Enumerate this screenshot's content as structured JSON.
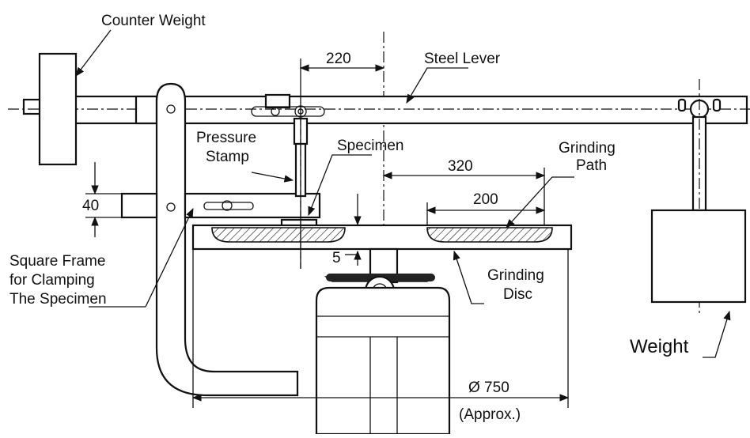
{
  "labels": {
    "counter_weight": "Counter Weight",
    "steel_lever": "Steel Lever",
    "pressure_stamp_line1": "Pressure",
    "pressure_stamp_line2": "Stamp",
    "specimen": "Specimen",
    "grinding_path_line1": "Grinding",
    "grinding_path_line2": "Path",
    "square_frame_line1": "Square Frame",
    "square_frame_line2": "for Clamping",
    "square_frame_line3": "The Specimen",
    "grinding_disc_line1": "Grinding",
    "grinding_disc_line2": "Disc",
    "weight": "Weight"
  },
  "dimensions": {
    "lever_offset": "220",
    "path_radius": "320",
    "path_width": "200",
    "frame_height": "40",
    "gap": "5",
    "disc_diameter": "Ø 750",
    "disc_diameter_note": "(Approx.)"
  }
}
